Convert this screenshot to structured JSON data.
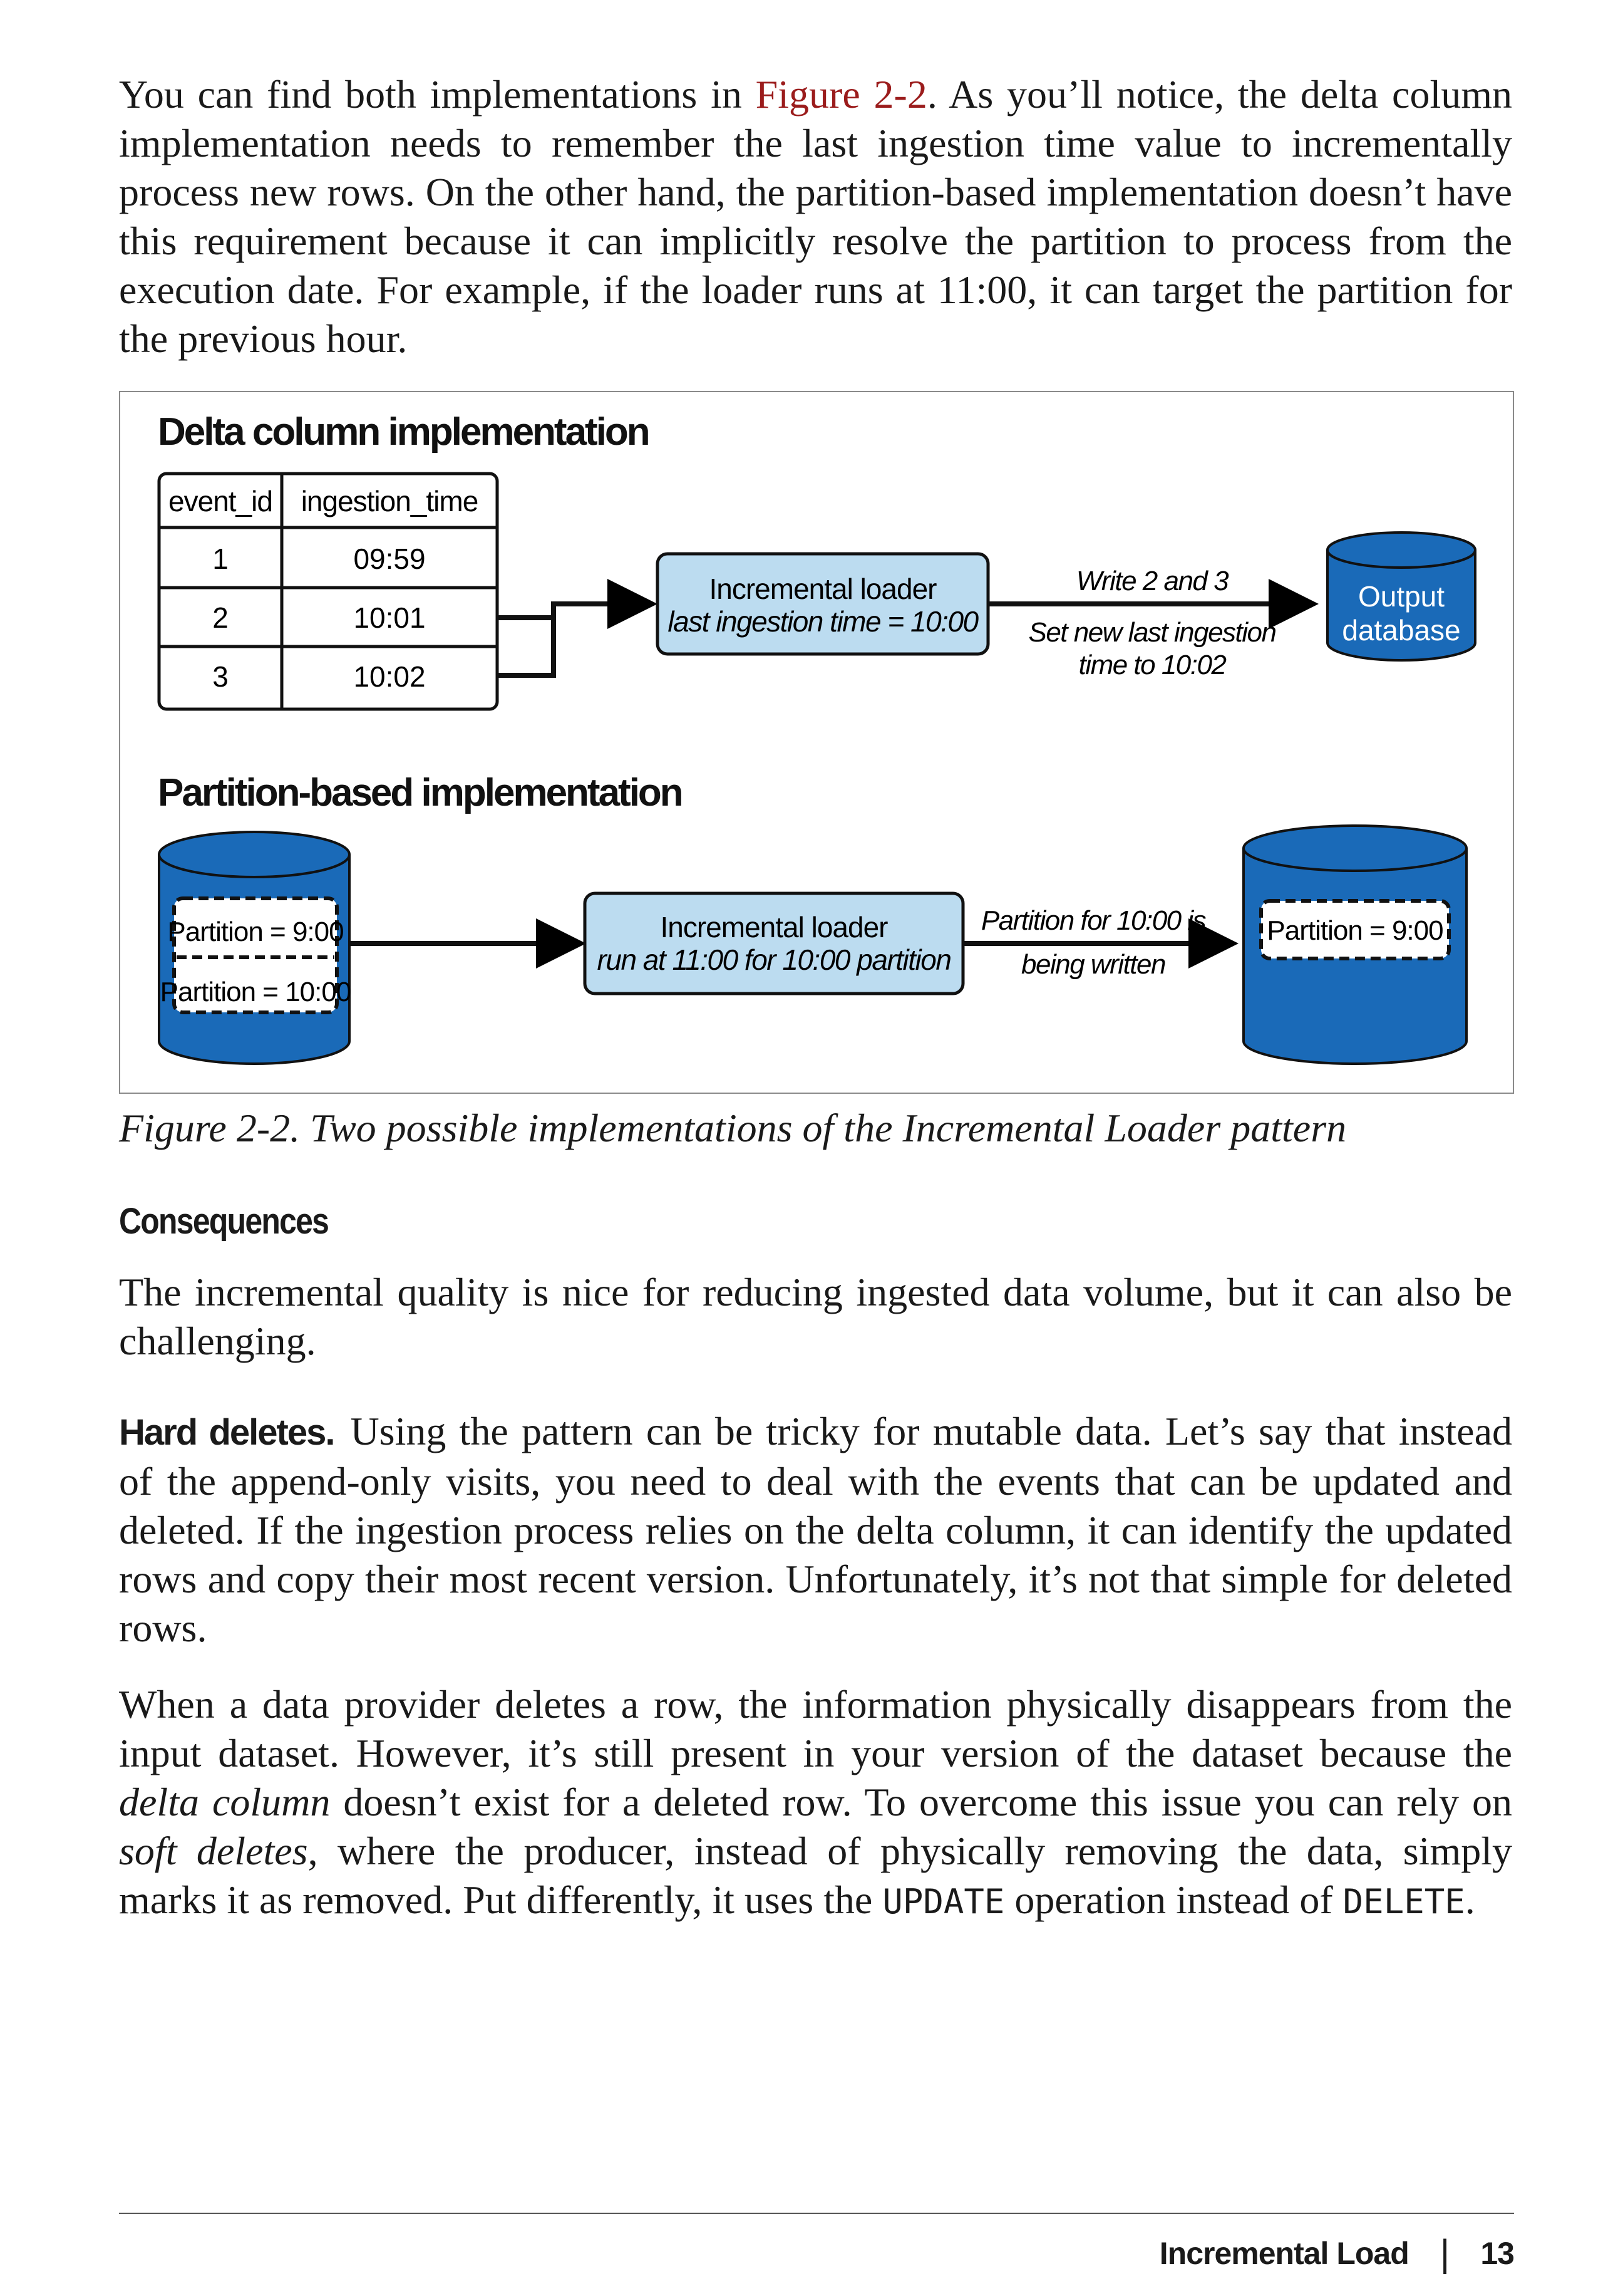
{
  "intro": {
    "pre": "You can find both implementations in ",
    "xref": "Figure 2-2",
    "post": ". As you’ll notice, the delta column implementation needs to remember the last ingestion time value to incrementally process new rows. On the other hand, the partition-based implementation doesn’t have this requirement because it can implicitly resolve the partition to process from the execution date. For example, if the loader runs at 11:00, it can target the partition for the previous hour."
  },
  "figure": {
    "delta": {
      "title": "Delta column implementation",
      "headers": [
        "event_id",
        "ingestion_time"
      ],
      "rows": [
        [
          "1",
          "09:59"
        ],
        [
          "2",
          "10:01"
        ],
        [
          "3",
          "10:02"
        ]
      ],
      "loader_line1": "Incremental loader",
      "loader_line2": "last ingestion time = 10:00",
      "arrow_top": "Write 2 and 3",
      "arrow_bottom1": "Set new last ingestion",
      "arrow_bottom2": "time to 10:02",
      "output_line1": "Output",
      "output_line2": "database"
    },
    "partition": {
      "title": "Partition-based implementation",
      "source_part1": "Partition = 9:00",
      "source_part2": "Partition = 10:00",
      "loader_line1": "Incremental loader",
      "loader_line2": "run at 11:00 for 10:00 partition",
      "arrow_top": "Partition for 10:00 is",
      "arrow_bottom": "being written",
      "dest_part": "Partition = 9:00"
    },
    "colors": {
      "db_blue": "#1a6ab8",
      "box_fill": "#bcdcf0"
    }
  },
  "caption": "Figure 2-2. Two possible implementations of the Incremental Loader pattern",
  "consequences": {
    "heading": "Consequences",
    "para": "The incremental quality is nice for reducing ingested data volume, but it can also be challenging."
  },
  "hard_deletes": {
    "label": "Hard deletes.",
    "text": "Using the pattern can be tricky for mutable data. Let’s say that instead of the append-only visits, you need to deal with the events that can be updated and deleted. If the ingestion process relies on the delta column, it can identify the updated rows and copy their most recent version. Unfortunately, it’s not that simple for deleted rows."
  },
  "final_para": {
    "part1": "When a data provider deletes a row, the information physically disappears from the input dataset. However, it’s still present in your version of the dataset because the ",
    "em1": "delta column",
    "part2": " doesn’t exist for a deleted row. To overcome this issue you can rely on ",
    "em2": "soft deletes",
    "part3": ", where the producer, instead of physically removing the data, simply marks it as removed. Put differently, it uses the ",
    "code1": "UPDATE",
    "part4": " operation instead of ",
    "code2": "DELETE",
    "part5": "."
  },
  "footer": {
    "section": "Incremental Load",
    "page": "13"
  }
}
